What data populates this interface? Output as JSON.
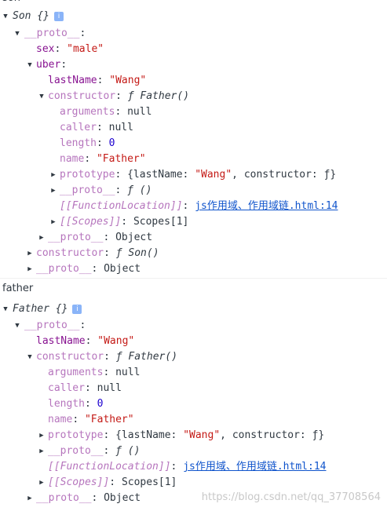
{
  "son": {
    "top_label": "son",
    "root": "Son {}",
    "info": "i",
    "proto1": "__proto__",
    "sex_key": "sex",
    "sex_val": "\"male\"",
    "uber_key": "uber",
    "lastName_key": "lastName",
    "lastName_val": "\"Wang\"",
    "constructor_key": "constructor",
    "constructor_val": "ƒ Father()",
    "arguments_key": "arguments",
    "arguments_val": "null",
    "caller_key": "caller",
    "caller_val": "null",
    "length_key": "length",
    "length_val": "0",
    "name_key": "name",
    "name_val": "\"Father\"",
    "prototype_key": "prototype",
    "prototype_val_pre": "{lastName: ",
    "prototype_val_str": "\"Wang\"",
    "prototype_val_post": ", constructor: ƒ}",
    "proto_fn_key": "__proto__",
    "proto_fn_val": "ƒ ()",
    "fnloc_key": "[[FunctionLocation]]",
    "fnloc_val": "js作用域、作用域链.html:14",
    "scopes_key": "[[Scopes]]",
    "scopes_val": "Scopes[1]",
    "uber_proto_key": "__proto__",
    "uber_proto_val": "Object",
    "son_constructor_key": "constructor",
    "son_constructor_val": "ƒ Son()",
    "son_proto_key": "__proto__",
    "son_proto_val": "Object"
  },
  "father": {
    "label": "father",
    "root": "Father {}",
    "info": "i",
    "proto1": "__proto__",
    "lastName_key": "lastName",
    "lastName_val": "\"Wang\"",
    "constructor_key": "constructor",
    "constructor_val": "ƒ Father()",
    "arguments_key": "arguments",
    "arguments_val": "null",
    "caller_key": "caller",
    "caller_val": "null",
    "length_key": "length",
    "length_val": "0",
    "name_key": "name",
    "name_val": "\"Father\"",
    "prototype_key": "prototype",
    "prototype_val_pre": "{lastName: ",
    "prototype_val_str": "\"Wang\"",
    "prototype_val_post": ", constructor: ƒ}",
    "proto_fn_key": "__proto__",
    "proto_fn_val": "ƒ ()",
    "fnloc_key": "[[FunctionLocation]]",
    "fnloc_val": "js作用域、作用域链.html:14",
    "scopes_key": "[[Scopes]]",
    "scopes_val": "Scopes[1]",
    "proto_key": "__proto__",
    "proto_val": "Object"
  },
  "watermark": "https://blog.csdn.net/qq_37708564",
  "colors": {
    "key": "#881391",
    "string": "#c41a16",
    "number": "#1c00cf",
    "link": "#1155cc"
  }
}
